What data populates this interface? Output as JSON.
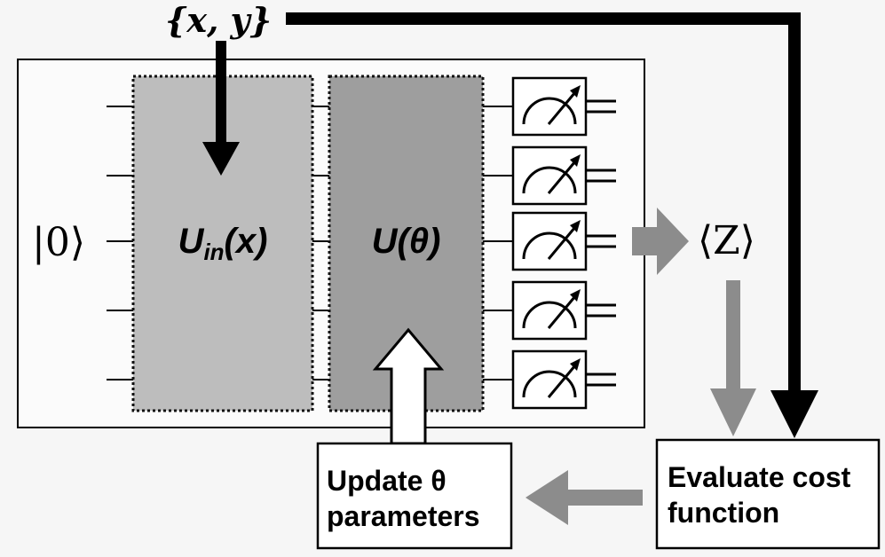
{
  "input_data_label": "{x, y}",
  "initial_state_label": "|0⟩",
  "encoding_gate": {
    "label_main": "U",
    "label_sub": "in",
    "label_arg": "(x)"
  },
  "variational_gate": {
    "label_main": "U",
    "label_arg": "(θ)"
  },
  "expectation_label": "⟨Z⟩",
  "evaluate_box": {
    "line1": "Evaluate cost",
    "line2": "function"
  },
  "update_box": {
    "line1": "Update θ",
    "line2": "parameters"
  },
  "qubit_count": 5,
  "colors": {
    "encoding_gate_fill": "#bdbdbd",
    "variational_gate_fill": "#9e9e9e",
    "grey_arrow": "#8c8c8c",
    "black": "#000000",
    "background": "#f6f6f6"
  }
}
